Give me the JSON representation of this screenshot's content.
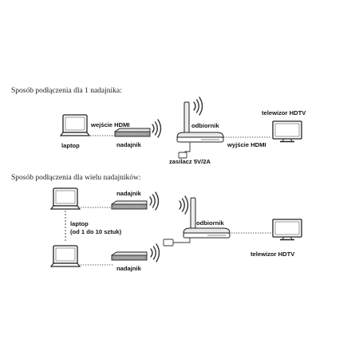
{
  "section1": {
    "title": "Sposób podłączenia dla 1 nadajnika:",
    "laptop_label": "laptop",
    "hdmi_in_label": "wejście HDMI",
    "transmitter_label": "nadajnik",
    "receiver_label": "odbiornik",
    "power_label": "zasilacz 5V/2A",
    "hdmi_out_label": "wyjście HDMI",
    "tv_label": "telewizor HDTV"
  },
  "section2": {
    "title": "Sposób podłączenia dla wielu nadajników:",
    "transmitter_top_label": "nadajnik",
    "laptop_label_line1": "laptop",
    "laptop_label_line2": "(od 1 do 10 sztuk)",
    "transmitter_bottom_label": "nadajnik",
    "receiver_label": "odbiornik",
    "tv_label": "telewizor HDTV"
  }
}
